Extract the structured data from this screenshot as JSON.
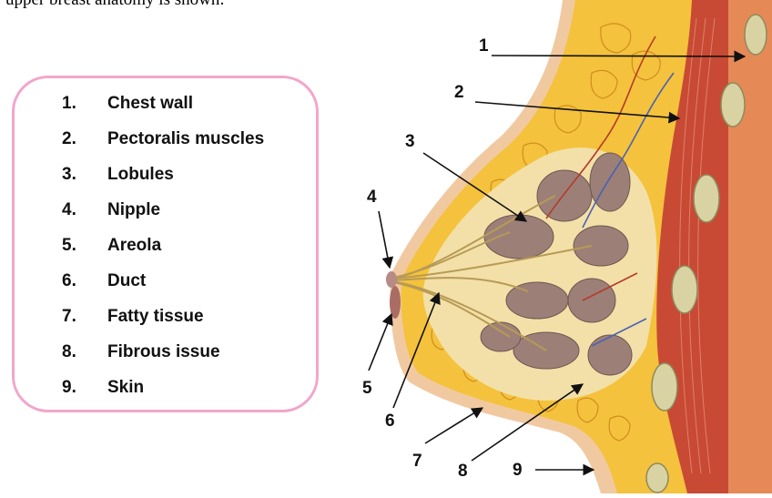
{
  "caption": "upper breast anatomy is shown:",
  "legend": [
    {
      "num": "1.",
      "label": "Chest wall"
    },
    {
      "num": "2.",
      "label": "Pectoralis muscles"
    },
    {
      "num": "3.",
      "label": "Lobules"
    },
    {
      "num": "4.",
      "label": "Nipple"
    },
    {
      "num": "5.",
      "label": "Areola"
    },
    {
      "num": "6.",
      "label": "Duct"
    },
    {
      "num": "7.",
      "label": "Fatty tissue"
    },
    {
      "num": "8.",
      "label": "Fibrous issue"
    },
    {
      "num": "9.",
      "label": "Skin"
    }
  ],
  "callouts": [
    "1",
    "2",
    "3",
    "4",
    "5",
    "6",
    "7",
    "8",
    "9"
  ],
  "colors": {
    "legend_border": "#f2a6cb",
    "skin": "#f1c9a1",
    "fat": "#f4c23c",
    "muscle": "#c84a34",
    "lobule": "#9c8078",
    "rib": "#d9d3a4"
  }
}
